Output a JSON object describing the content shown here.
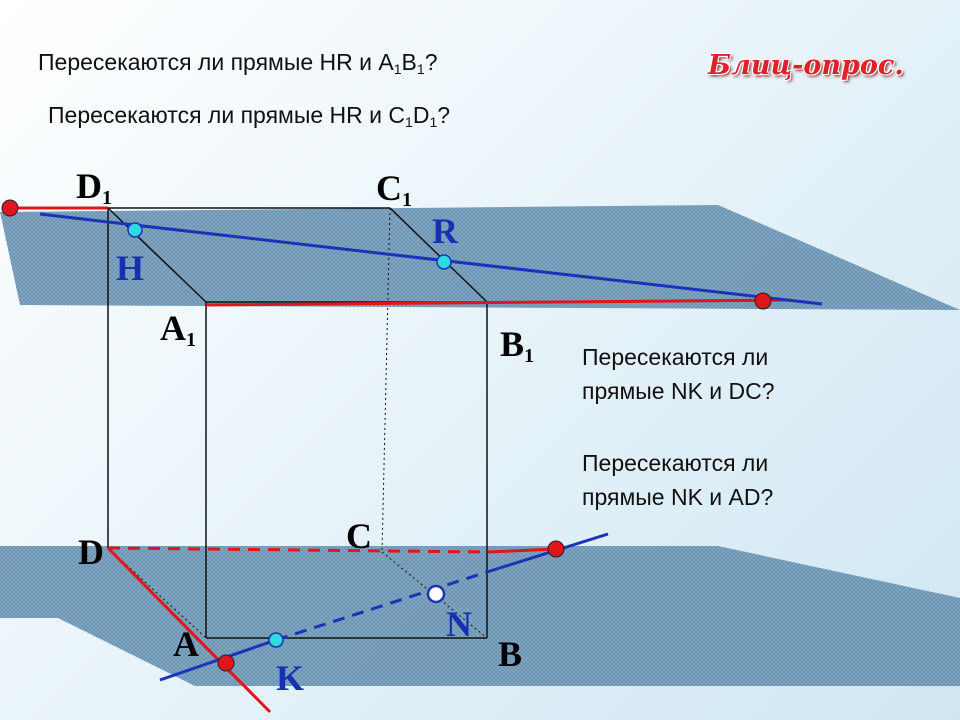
{
  "header": {
    "q1": {
      "text": "Пересекаются ли прямые HR и A",
      "s1": "1",
      "mid": "B",
      "s2": "1",
      "end": "?"
    },
    "q2": {
      "text": "Пересекаются ли прямые HR и C",
      "s1": "1",
      "mid": "D",
      "s2": "1",
      "end": "?"
    },
    "badge": "Блиц-опрос."
  },
  "questions": {
    "q3": {
      "line1": "Пересекаются ли",
      "line2": "прямые NK и DC?"
    },
    "q4": {
      "line1": "Пересекаются ли",
      "line2": "прямые NK и AD?"
    }
  },
  "labels": {
    "D1": {
      "main": "D",
      "sub": "1"
    },
    "C1": {
      "main": "C",
      "sub": "1"
    },
    "A1": {
      "main": "A",
      "sub": "1"
    },
    "B1": {
      "main": "B",
      "sub": "1"
    },
    "D": "D",
    "C": "C",
    "A": "A",
    "B": "B",
    "H": "H",
    "R": "R",
    "N": "N",
    "K": "K"
  },
  "colors": {
    "plane_fill": "#7fa5c2",
    "edge": "#111111",
    "red_line": "#e0161c",
    "blue_line": "#1a33b8",
    "point_red": "#e0161c",
    "point_cyan": "#2fd9e0",
    "label_blue": "#1530b0"
  }
}
